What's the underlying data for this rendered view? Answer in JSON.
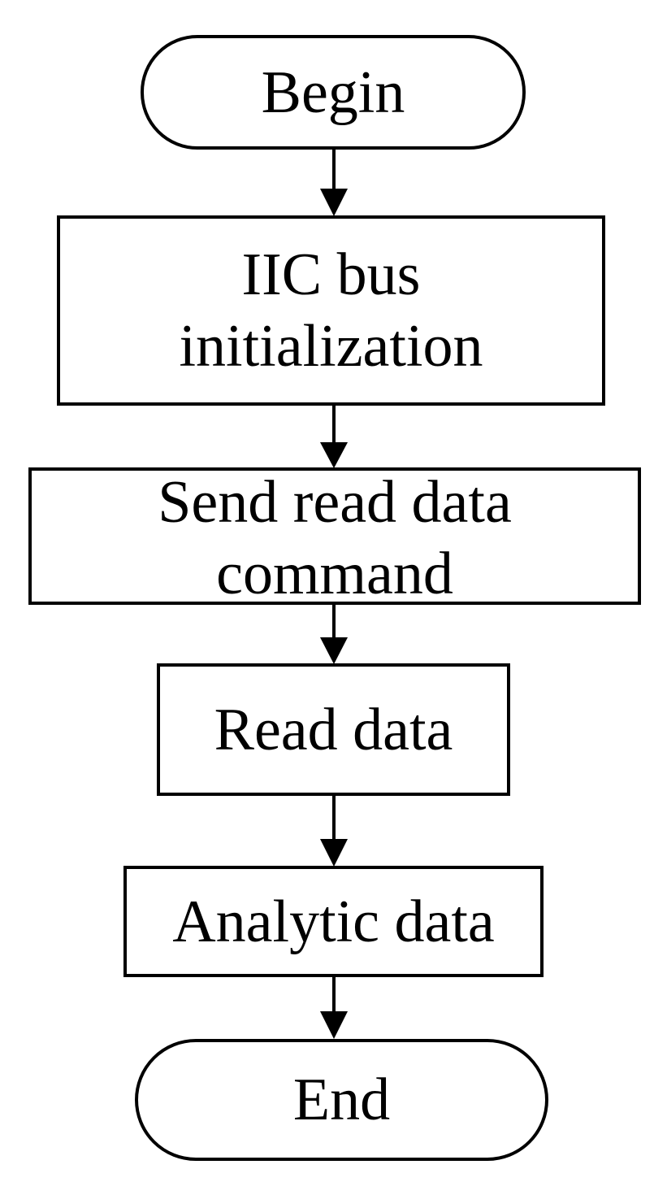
{
  "flowchart": {
    "nodes": [
      {
        "id": "begin",
        "shape": "terminal",
        "lines": [
          "Begin"
        ]
      },
      {
        "id": "iic-init",
        "shape": "process",
        "lines": [
          "IIC bus",
          "initialization"
        ]
      },
      {
        "id": "send-command",
        "shape": "process",
        "lines": [
          "Send read data",
          "command"
        ]
      },
      {
        "id": "read-data",
        "shape": "process",
        "lines": [
          "Read data"
        ]
      },
      {
        "id": "analytic-data",
        "shape": "process",
        "lines": [
          "Analytic data"
        ]
      },
      {
        "id": "end",
        "shape": "terminal",
        "lines": [
          "End"
        ]
      }
    ],
    "edges": [
      {
        "from": "begin",
        "to": "iic-init"
      },
      {
        "from": "iic-init",
        "to": "send-command"
      },
      {
        "from": "send-command",
        "to": "read-data"
      },
      {
        "from": "read-data",
        "to": "analytic-data"
      },
      {
        "from": "analytic-data",
        "to": "end"
      }
    ]
  }
}
